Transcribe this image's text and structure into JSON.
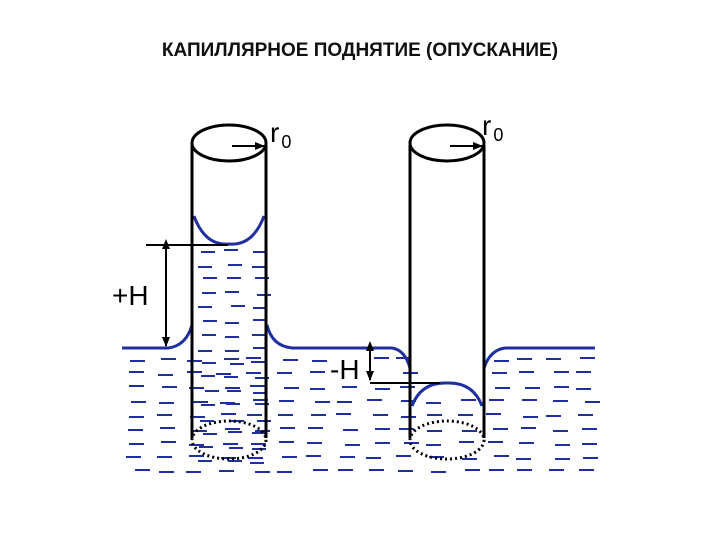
{
  "title": "КАПИЛЛЯРНОЕ ПОДНЯТИЕ (ОПУСКАНИЕ)",
  "labels": {
    "rise_height": "+H",
    "drop_height": "-H",
    "radius_symbol": "r",
    "radius_subscript": "0"
  },
  "colors": {
    "water": "#1f2f9f",
    "tube": "#000000",
    "arrow": "#000000"
  }
}
